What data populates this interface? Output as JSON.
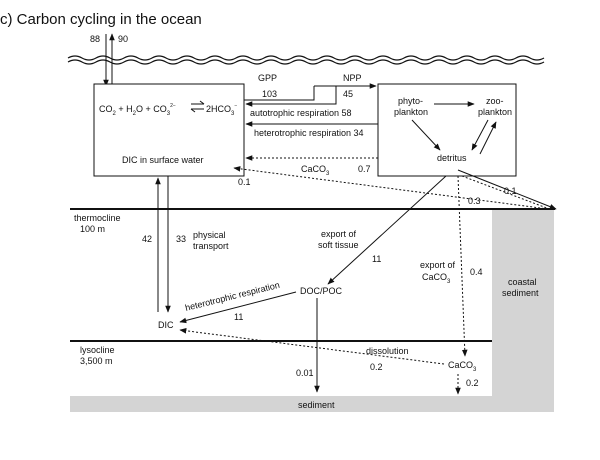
{
  "title": "c) Carbon cycling in the ocean",
  "atmosphere": {
    "flux_down": "88",
    "flux_up": "90"
  },
  "surface_box": {
    "eq_co2": "CO",
    "eq_co2_sub": "2",
    "eq_plus1": " + H",
    "eq_h2o_sub": "2",
    "eq_o_plus": "O + CO",
    "eq_co3_sub": "3",
    "eq_co3_sup": "2−",
    "eq_product": "2HCO",
    "eq_product_sub": "3",
    "eq_product_sup": "−",
    "label": "DIC in surface water"
  },
  "bio_box": {
    "phyto_line1": "phyto-",
    "phyto_line2": "plankton",
    "zoo_line1": "zoo-",
    "zoo_line2": "plankton",
    "detritus": "detritus"
  },
  "fluxes": {
    "gpp_label": "GPP",
    "gpp_value": "103",
    "npp_label": "NPP",
    "npp_value": "45",
    "auto_resp": "autotrophic respiration 58",
    "hetero_resp_surface": "heterotrophic respiration 34",
    "caco3_surface_label": "CaCO",
    "caco3_surface_sub": "3",
    "caco3_surface_value": "0.7",
    "caco3_to_dic": "0.1",
    "coastal_upper": "0.1",
    "coastal_lower": "0.3",
    "physical_transport_line1": "physical",
    "physical_transport_line2": "transport",
    "down_value": "33",
    "up_value": "42",
    "soft_tissue_line1": "export of",
    "soft_tissue_line2": "soft tissue",
    "soft_tissue_value": "11",
    "export_caco3_line1": "export of",
    "export_caco3_line2": "CaCO",
    "export_caco3_sub": "3",
    "export_caco3_value": "0.4",
    "hetero_resp_deep": "heterotrophic respiration",
    "hetero_resp_deep_value": "11",
    "doc_poc": "DOC/POC",
    "dic_deep": "DIC",
    "dissolution": "dissolution",
    "dissolution_value": "0.2",
    "caco3_deep_label": "CaCO",
    "caco3_deep_sub": "3",
    "caco3_deep_down": "0.2",
    "doc_to_sediment": "0.01"
  },
  "layers": {
    "thermocline": "thermocline",
    "thermocline_depth": "100 m",
    "lysocline": "lysocline",
    "lysocline_depth": "3,500 m",
    "coastal_line1": "coastal",
    "coastal_line2": "sediment",
    "sediment": "sediment"
  },
  "colors": {
    "sediment_fill": "#d4d4d4",
    "line": "#111111"
  }
}
